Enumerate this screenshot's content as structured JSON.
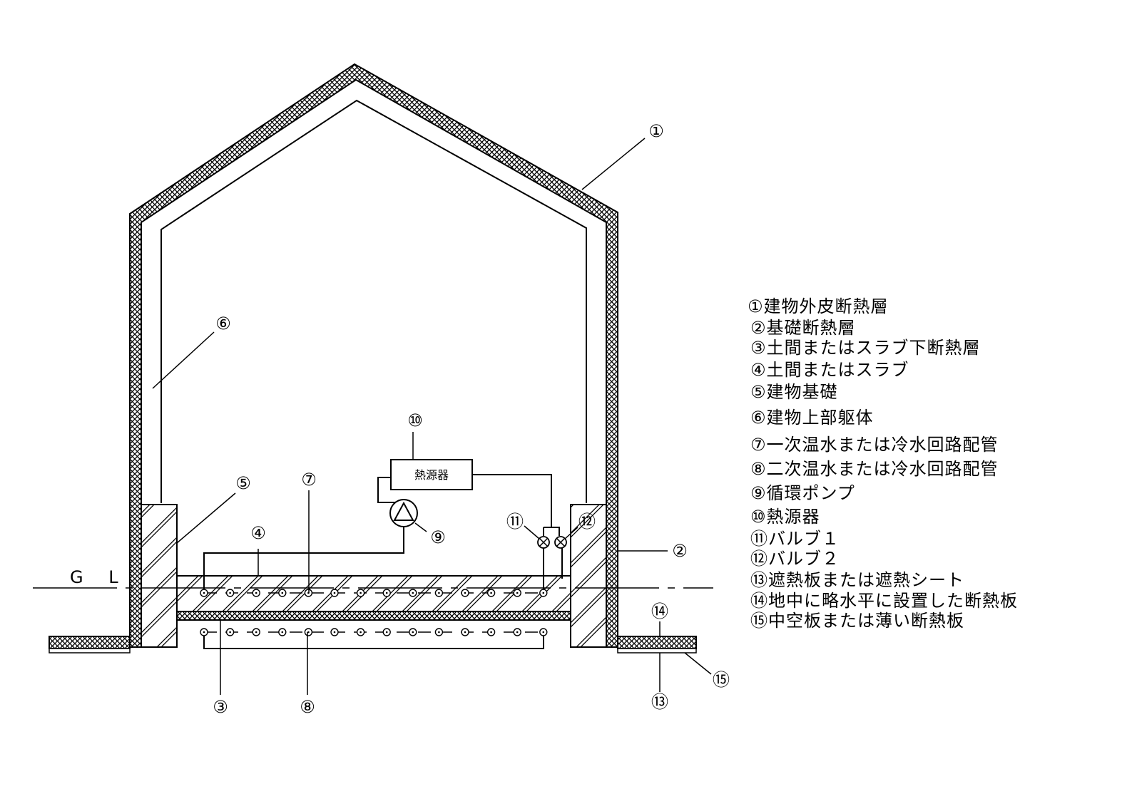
{
  "labels": {
    "gl": "G L",
    "heat_source_box": "熱源器",
    "c1": "①",
    "c2": "②",
    "c3": "③",
    "c4": "④",
    "c5": "⑤",
    "c6": "⑥",
    "c7": "⑦",
    "c8": "⑧",
    "c9": "⑨",
    "c10": "⑩",
    "c11": "⑪",
    "c12": "⑫",
    "c13": "⑬",
    "c14": "⑭",
    "c15": "⑮"
  },
  "legend": [
    "①建物外皮断熱層",
    "②基礎断熱層",
    "③土間またはスラブ下断熱層",
    "④土間またはスラブ",
    "⑤建物基礎",
    "⑥建物上部躯体",
    "⑦一次温水または冷水回路配管",
    "⑧二次温水または冷水回路配管",
    "⑨循環ポンプ",
    "⑩熱源器",
    "⑪バルブ１",
    "⑫バルブ２",
    "⑬遮熱板または遮熱シート",
    "⑭地中に略水平に設置した断熱板",
    "⑮中空板または薄い断熱板"
  ]
}
